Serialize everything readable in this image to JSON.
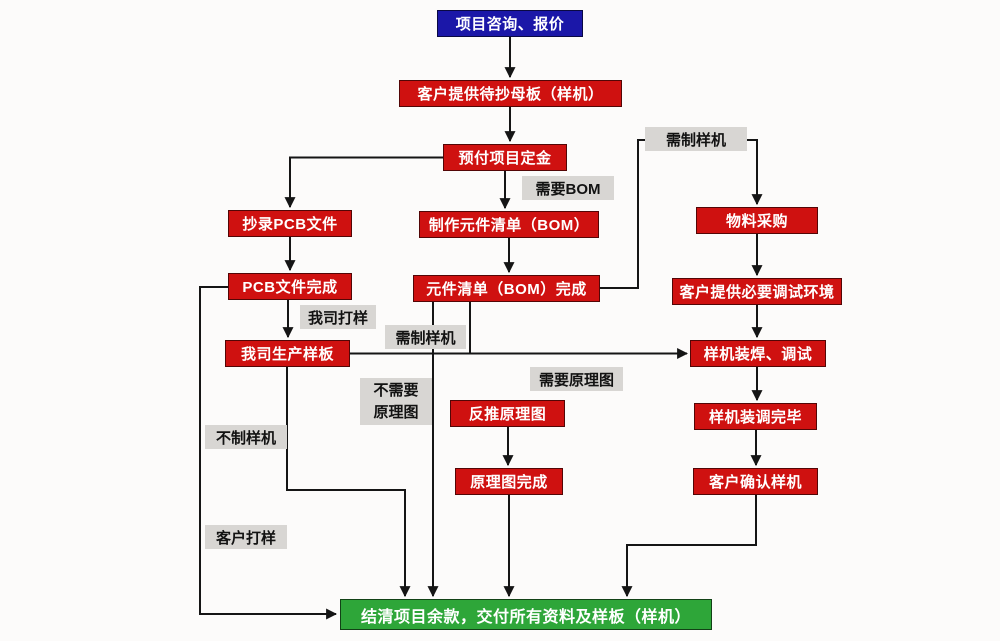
{
  "flowchart": {
    "colors": {
      "start": "#1b17a8",
      "process": "#cf1110",
      "end": "#2ea639",
      "tag": "#d8d6d3",
      "line": "#151515"
    },
    "nodes": [
      {
        "label": "项目咨询、报价"
      },
      {
        "label": "客户提供待抄母板（样机）"
      },
      {
        "label": "预付项目定金"
      },
      {
        "label": "抄录PCB文件"
      },
      {
        "label": "制作元件清单（BOM）"
      },
      {
        "label": "物料采购"
      },
      {
        "label": "PCB文件完成"
      },
      {
        "label": "元件清单（BOM）完成"
      },
      {
        "label": "客户提供必要调试环境"
      },
      {
        "label": "我司生产样板"
      },
      {
        "label": "样机装焊、调试"
      },
      {
        "label": "反推原理图"
      },
      {
        "label": "样机装调完毕"
      },
      {
        "label": "原理图完成"
      },
      {
        "label": "客户确认样机"
      },
      {
        "label": "结清项目余款，交付所有资料及样板（样机）"
      }
    ],
    "tags": [
      {
        "label": "需制样机"
      },
      {
        "label": "需要BOM"
      },
      {
        "label": "我司打样"
      },
      {
        "label": "需制样机"
      },
      {
        "label": "需要原理图"
      },
      {
        "label": "不需要\n原理图"
      },
      {
        "label": "不制样机"
      },
      {
        "label": "客户打样"
      }
    ]
  }
}
